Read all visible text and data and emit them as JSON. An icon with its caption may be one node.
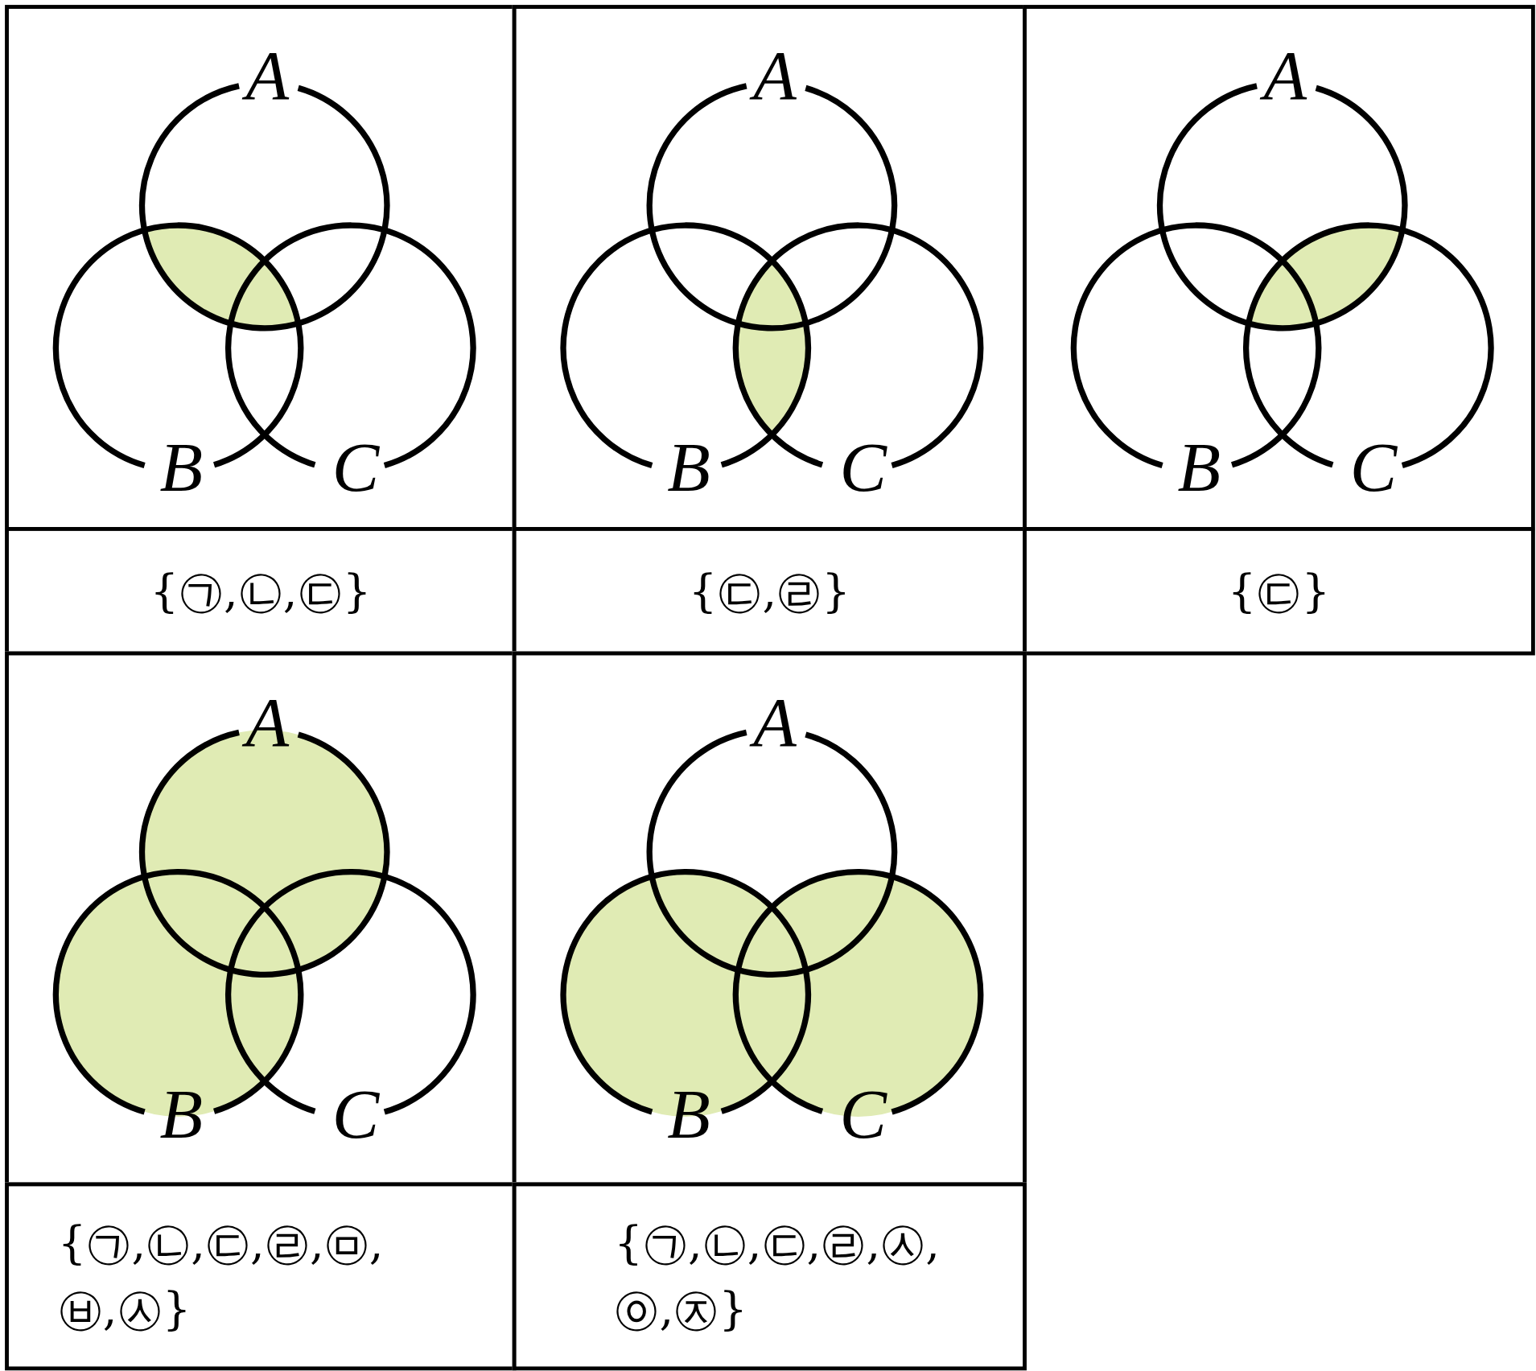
{
  "diagram": {
    "labels": [
      "A",
      "B",
      "C",
      "A",
      "B",
      "C",
      "A",
      "B",
      "C",
      "{㉠,㉡,㉢}",
      "{㉢,㉣}",
      "{㉢}",
      "A",
      "B",
      "C",
      "A",
      "B",
      "C",
      "{㉠,㉡,㉢,㉣,㉤,㉥,㉦}",
      "{㉠,㉡,㉢,㉣,㉦,㉧,㉨}"
    ]
  }
}
